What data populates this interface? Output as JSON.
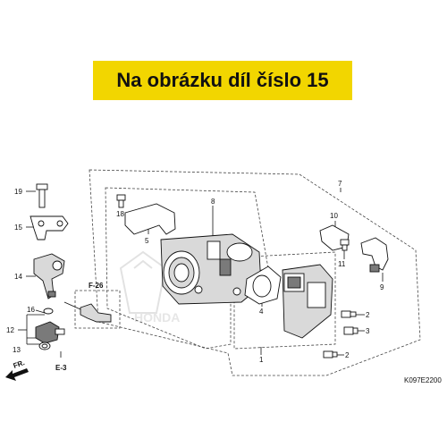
{
  "banner": {
    "text": "Na obrázku díl číslo 15",
    "color": "#f2d600"
  },
  "callouts": [
    {
      "id": "c1",
      "text": "1"
    },
    {
      "id": "c2a",
      "text": "2"
    },
    {
      "id": "c2b",
      "text": "2"
    },
    {
      "id": "c3",
      "text": "3"
    },
    {
      "id": "c4",
      "text": "4"
    },
    {
      "id": "c5",
      "text": "5"
    },
    {
      "id": "c7",
      "text": "7"
    },
    {
      "id": "c8",
      "text": "8"
    },
    {
      "id": "c9",
      "text": "9"
    },
    {
      "id": "c10",
      "text": "10"
    },
    {
      "id": "c11",
      "text": "11"
    },
    {
      "id": "c12",
      "text": "12"
    },
    {
      "id": "c13",
      "text": "13"
    },
    {
      "id": "c14",
      "text": "14"
    },
    {
      "id": "c15",
      "text": "15"
    },
    {
      "id": "c16",
      "text": "16"
    },
    {
      "id": "c18",
      "text": "18"
    },
    {
      "id": "c19",
      "text": "19"
    }
  ],
  "refs": {
    "f26": "F-26",
    "e3": "E-3",
    "fr": "FR.",
    "code": "K097E2200"
  }
}
